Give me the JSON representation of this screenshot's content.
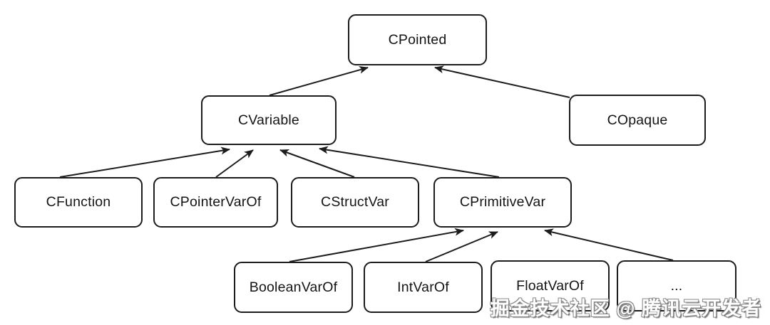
{
  "diagram": {
    "type": "class-inheritance-hierarchy",
    "nodes": {
      "cpointed": {
        "label": "CPointed"
      },
      "cvariable": {
        "label": "CVariable"
      },
      "copaque": {
        "label": "COpaque"
      },
      "cfunction": {
        "label": "CFunction"
      },
      "cpointervarof": {
        "label": "CPointerVarOf"
      },
      "cstructvar": {
        "label": "CStructVar"
      },
      "cprimitivevar": {
        "label": "CPrimitiveVar"
      },
      "booleanvarof": {
        "label": "BooleanVarOf"
      },
      "intvarof": {
        "label": "IntVarOf"
      },
      "floatvarof": {
        "label": "FloatVarOf"
      },
      "ellipsis": {
        "label": "..."
      }
    },
    "edges": [
      {
        "from": "CVariable",
        "to": "CPointed"
      },
      {
        "from": "COpaque",
        "to": "CPointed"
      },
      {
        "from": "CFunction",
        "to": "CVariable"
      },
      {
        "from": "CPointerVarOf",
        "to": "CVariable"
      },
      {
        "from": "CStructVar",
        "to": "CVariable"
      },
      {
        "from": "CPrimitiveVar",
        "to": "CVariable"
      },
      {
        "from": "BooleanVarOf",
        "to": "CPrimitiveVar"
      },
      {
        "from": "IntVarOf",
        "to": "CPrimitiveVar"
      },
      {
        "from": "...",
        "to": "CPrimitiveVar"
      }
    ],
    "colors": {
      "background": "#ffffff",
      "box_fill": "#ffffff",
      "box_border": "#1c1c1c",
      "line": "#1c1c1c",
      "text": "#141414",
      "watermark_fill": "#ffffff",
      "watermark_outline": "#8a8a8a"
    }
  },
  "watermark": {
    "text": "掘金技术社区 @ 腾讯云开发者"
  }
}
